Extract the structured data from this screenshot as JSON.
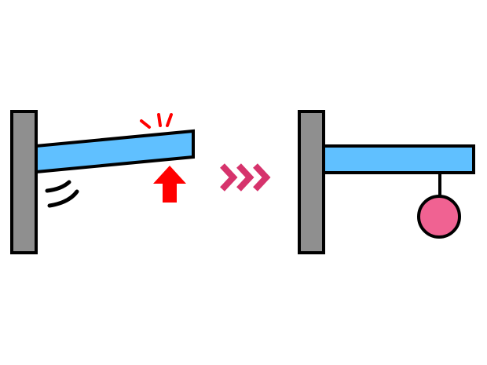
{
  "diagram": {
    "before_panel": {
      "wall_color": "#8f8f8f",
      "beam_color": "#60c0ff",
      "push_arrow_color": "#ff0000",
      "impact_marks_color": "#ff0000",
      "creak_marks_color": "#000000",
      "state": "beam-tilted-up-being-pushed"
    },
    "transition_arrows": {
      "color": "#d6336c",
      "count": 3
    },
    "after_panel": {
      "wall_color": "#8f8f8f",
      "beam_color": "#60c0ff",
      "weight_color": "#f06292",
      "state": "beam-level-with-hanging-weight"
    }
  }
}
